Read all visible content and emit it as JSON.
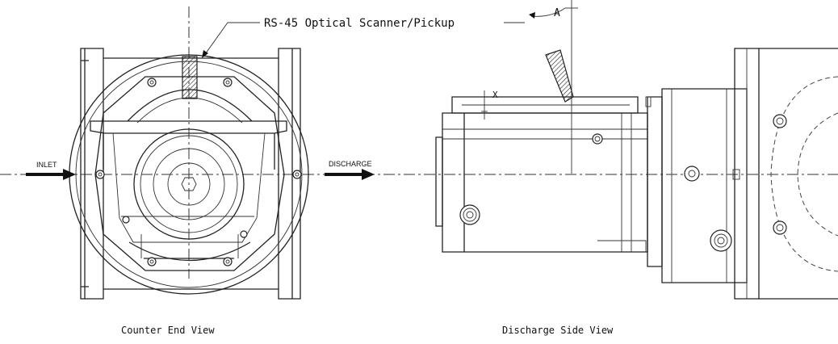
{
  "labels": {
    "scanner": "RS-45 Optical Scanner/Pickup",
    "angle_a": "A",
    "dim_x": "X",
    "inlet": "INLET",
    "discharge": "DISCHARGE",
    "counter_end_view": "Counter End View",
    "discharge_side_view": "Discharge Side View"
  }
}
